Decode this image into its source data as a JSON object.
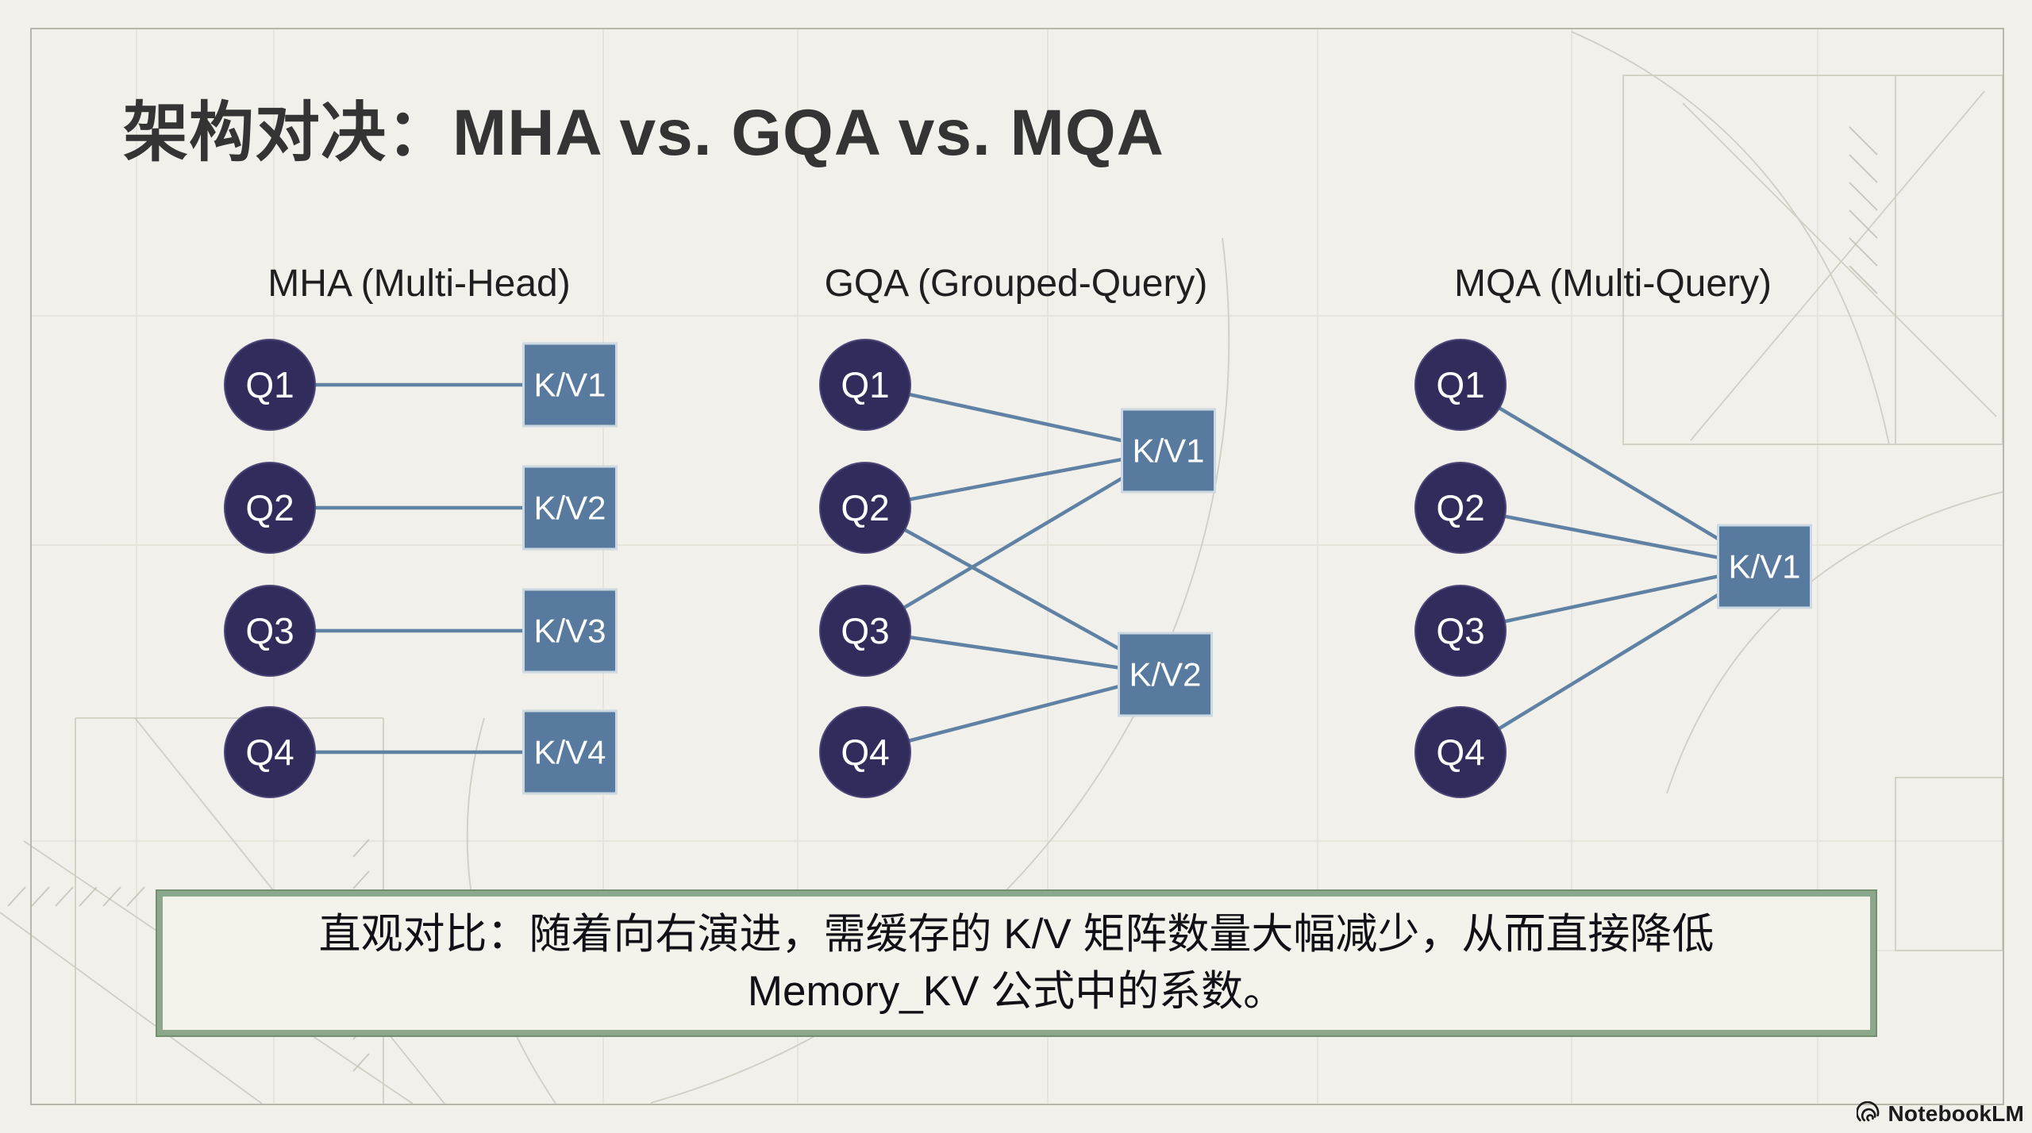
{
  "slide": {
    "title": "架构对决：MHA vs. GQA vs. MQA",
    "caption": {
      "line1": "直观对比：随着向右演进，需缓存的 K/V 矩阵数量大幅减少，从而直接降低",
      "line2": "Memory_KV 公式中的系数。"
    },
    "footer_logo": "NotebookLM"
  },
  "colors": {
    "background": "#f1f0ea",
    "query_circle": "#322c5d",
    "kv_square": "#587a9e",
    "kv_square_border": "#ccd9e3",
    "edge_line": "#5f82a4",
    "caption_border": "#8ba78c",
    "title_text": "#343434",
    "sketch_line": "#c9c7bb"
  },
  "diagram": {
    "columns": [
      {
        "id": "mha",
        "header": "MHA (Multi-Head)",
        "queries": [
          "Q1",
          "Q2",
          "Q3",
          "Q4"
        ],
        "kv": [
          "K/V1",
          "K/V2",
          "K/V3",
          "K/V4"
        ],
        "edges": [
          [
            0,
            0
          ],
          [
            1,
            1
          ],
          [
            2,
            2
          ],
          [
            3,
            3
          ]
        ]
      },
      {
        "id": "gqa",
        "header": "GQA (Grouped-Query)",
        "queries": [
          "Q1",
          "Q2",
          "Q3",
          "Q4"
        ],
        "kv": [
          "K/V1",
          "K/V2"
        ],
        "edges": [
          [
            0,
            0
          ],
          [
            1,
            0
          ],
          [
            2,
            0
          ],
          [
            1,
            1
          ],
          [
            2,
            1
          ],
          [
            3,
            1
          ]
        ]
      },
      {
        "id": "mqa",
        "header": "MQA (Multi-Query)",
        "queries": [
          "Q1",
          "Q2",
          "Q3",
          "Q4"
        ],
        "kv": [
          "K/V1"
        ],
        "edges": [
          [
            0,
            0
          ],
          [
            1,
            0
          ],
          [
            2,
            0
          ],
          [
            3,
            0
          ]
        ]
      }
    ]
  }
}
